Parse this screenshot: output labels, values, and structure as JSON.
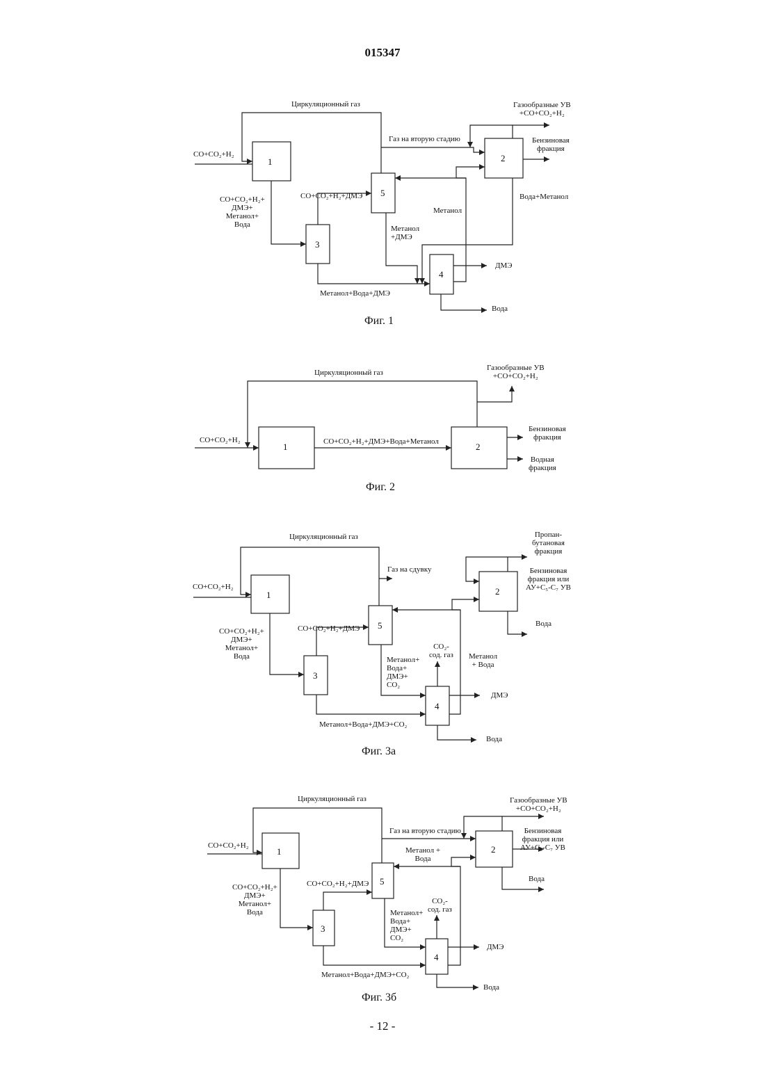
{
  "page": {
    "patent_number": "015347",
    "page_footer": "- 12 -"
  },
  "fig1": {
    "caption": "Фиг. 1",
    "blocks": {
      "b1": "1",
      "b2": "2",
      "b3": "3",
      "b4": "4",
      "b5": "5"
    },
    "labels": {
      "circ_gas": "Циркуляционный газ",
      "gas_hc": "Газообразные УВ\n+CO+CO₂+H₂",
      "gas_second_stage": "Газ на вторую стадию",
      "gasoline": "Бензиновая\nфракция",
      "feed": "CO+CO₂+H₂",
      "stream_1_3": "CO+CO₂+H₂+\nДМЭ+\nМетанол+\nВода",
      "stream_3_5": "CO+CO₂+H₂+ДМЭ",
      "methanol": "Метанол",
      "water_methanol": "Вода+Метанол",
      "methanol_dme": "Метанол\n+ДМЭ",
      "dme": "ДМЭ",
      "stream_3_4": "Метанол+Вода+ДМЭ",
      "water": "Вода"
    }
  },
  "fig2": {
    "caption": "Фиг. 2",
    "blocks": {
      "b1": "1",
      "b2": "2"
    },
    "labels": {
      "circ_gas": "Циркуляционный газ",
      "gas_hc": "Газообразные УВ\n+CO+CO₂+H₂",
      "feed": "CO+CO₂+H₂",
      "stream_1_2": "CO+CO₂+H₂+ДМЭ+Вода+Метанол",
      "gasoline": "Бензиновая\nфракция",
      "aqueous": "Водная\nфракция"
    }
  },
  "fig3a": {
    "caption": "Фиг. 3а",
    "blocks": {
      "b1": "1",
      "b2": "2",
      "b3": "3",
      "b4": "4",
      "b5": "5"
    },
    "labels": {
      "circ_gas": "Циркуляционный газ",
      "propane_butane": "Пропан-\nбутановая\nфракция",
      "gas_purge": "Газ на сдувку",
      "gasoline": "Бензиновая\nфракция или\nАУ+C₅-C₇ УВ",
      "feed": "CO+CO₂+H₂",
      "stream_1_3": "CO+CO₂+H₂+\nДМЭ+\nМетанол+\nВода",
      "stream_3_5": "CO+CO₂+H₂+ДМЭ",
      "water_top": "Вода",
      "co2_gas": "CO₂-\nсод. газ",
      "methanol_water": "Метанол\n+ Вода",
      "stream_5_4": "Метанол+\nВода+\nДМЭ+\nCO₂",
      "dme": "ДМЭ",
      "stream_3_4": "Метанол+Вода+ДМЭ+CO₂",
      "water": "Вода"
    }
  },
  "fig3b": {
    "caption": "Фиг. 3б",
    "blocks": {
      "b1": "1",
      "b2": "2",
      "b3": "3",
      "b4": "4",
      "b5": "5"
    },
    "labels": {
      "circ_gas": "Циркуляционный газ",
      "gas_hc": "Газообразные УВ\n+CO+CO₂+H₂",
      "gas_second_stage": "Газ на вторую стадию",
      "gasoline": "Бензиновая\nфракция или\nАУ+C₅-C₇ УВ",
      "methanol_water": "Метанол +\nВода",
      "feed": "CO+CO₂+H₂",
      "stream_1_3": "CO+CO₂+H₂+\nДМЭ+\nМетанол+\nВода",
      "stream_3_5": "CO+CO₂+H₂+ДМЭ",
      "water_top": "Вода",
      "co2_gas": "CO₂-\nсод. газ",
      "stream_5_4": "Метанол+\nВода+\nДМЭ+\nCO₂",
      "dme": "ДМЭ",
      "stream_3_4": "Метанол+Вода+ДМЭ+CO₂",
      "water": "Вода"
    }
  }
}
